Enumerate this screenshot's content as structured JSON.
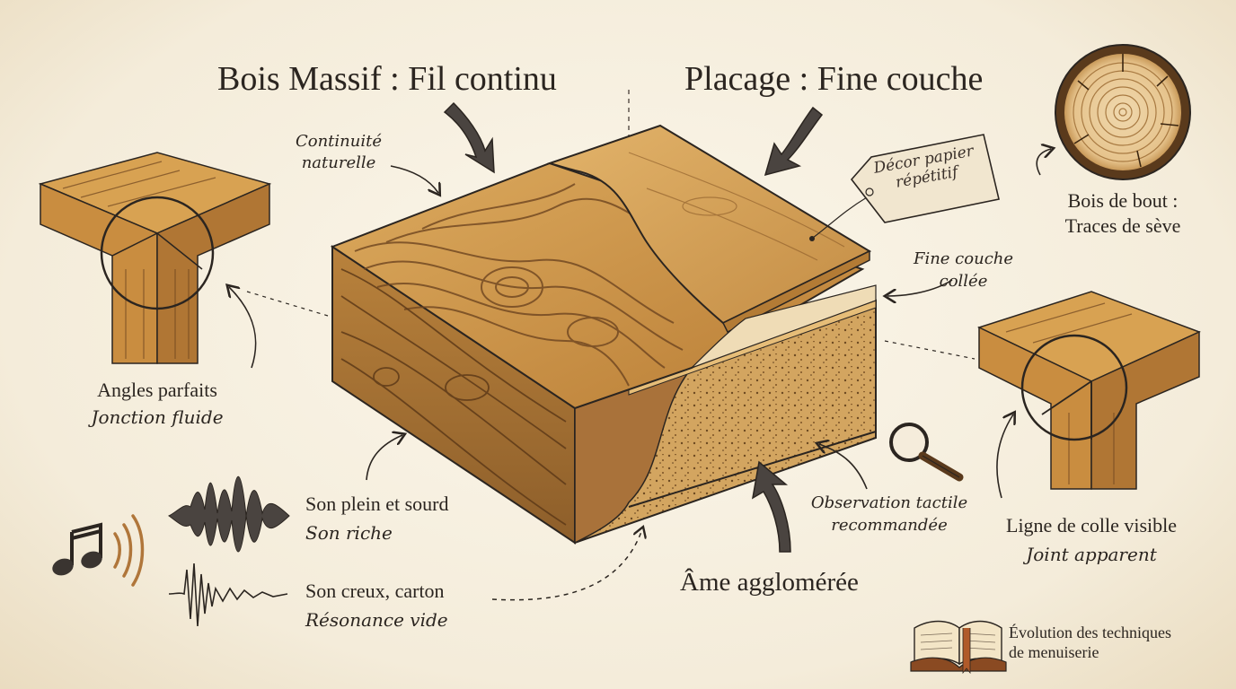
{
  "titles": {
    "solid": "Bois Massif : Fil continu",
    "veneer": "Placage : Fine couche"
  },
  "labels": {
    "continuity_line1": "Continuité",
    "continuity_line2": "naturelle",
    "tag_line1": "Décor papier",
    "tag_line2": "répétitif",
    "end_grain_line1": "Bois de bout :",
    "end_grain_line2": "Traces de sève",
    "thin_layer_line1": "Fine couche",
    "thin_layer_line2": "collée",
    "angles_line1": "Angles parfaits",
    "angles_line2": "Jonction fluide",
    "glue_line1": "Ligne de colle visible",
    "glue_line2": "Joint apparent",
    "sound_full_line1": "Son plein et sourd",
    "sound_full_line2": "Son riche",
    "sound_hollow_line1": "Son creux, carton",
    "sound_hollow_line2": "Résonance vide",
    "observation_line1": "Observation tactile",
    "observation_line2": "recommandée",
    "core": "Âme agglomérée",
    "evolution_line1": "Évolution des techniques",
    "evolution_line2": "de menuiserie"
  },
  "icons": [
    "music-note-icon",
    "sound-waves-icon",
    "magnifier-icon",
    "open-book-icon",
    "tree-ring-icon"
  ],
  "colors": {
    "paper": "#f6efdf",
    "wood_light": "#d9a55a",
    "wood_mid": "#c88a3e",
    "wood_dark": "#8a5a28",
    "ink": "#2b2520",
    "chipboard": "#d2a560"
  }
}
